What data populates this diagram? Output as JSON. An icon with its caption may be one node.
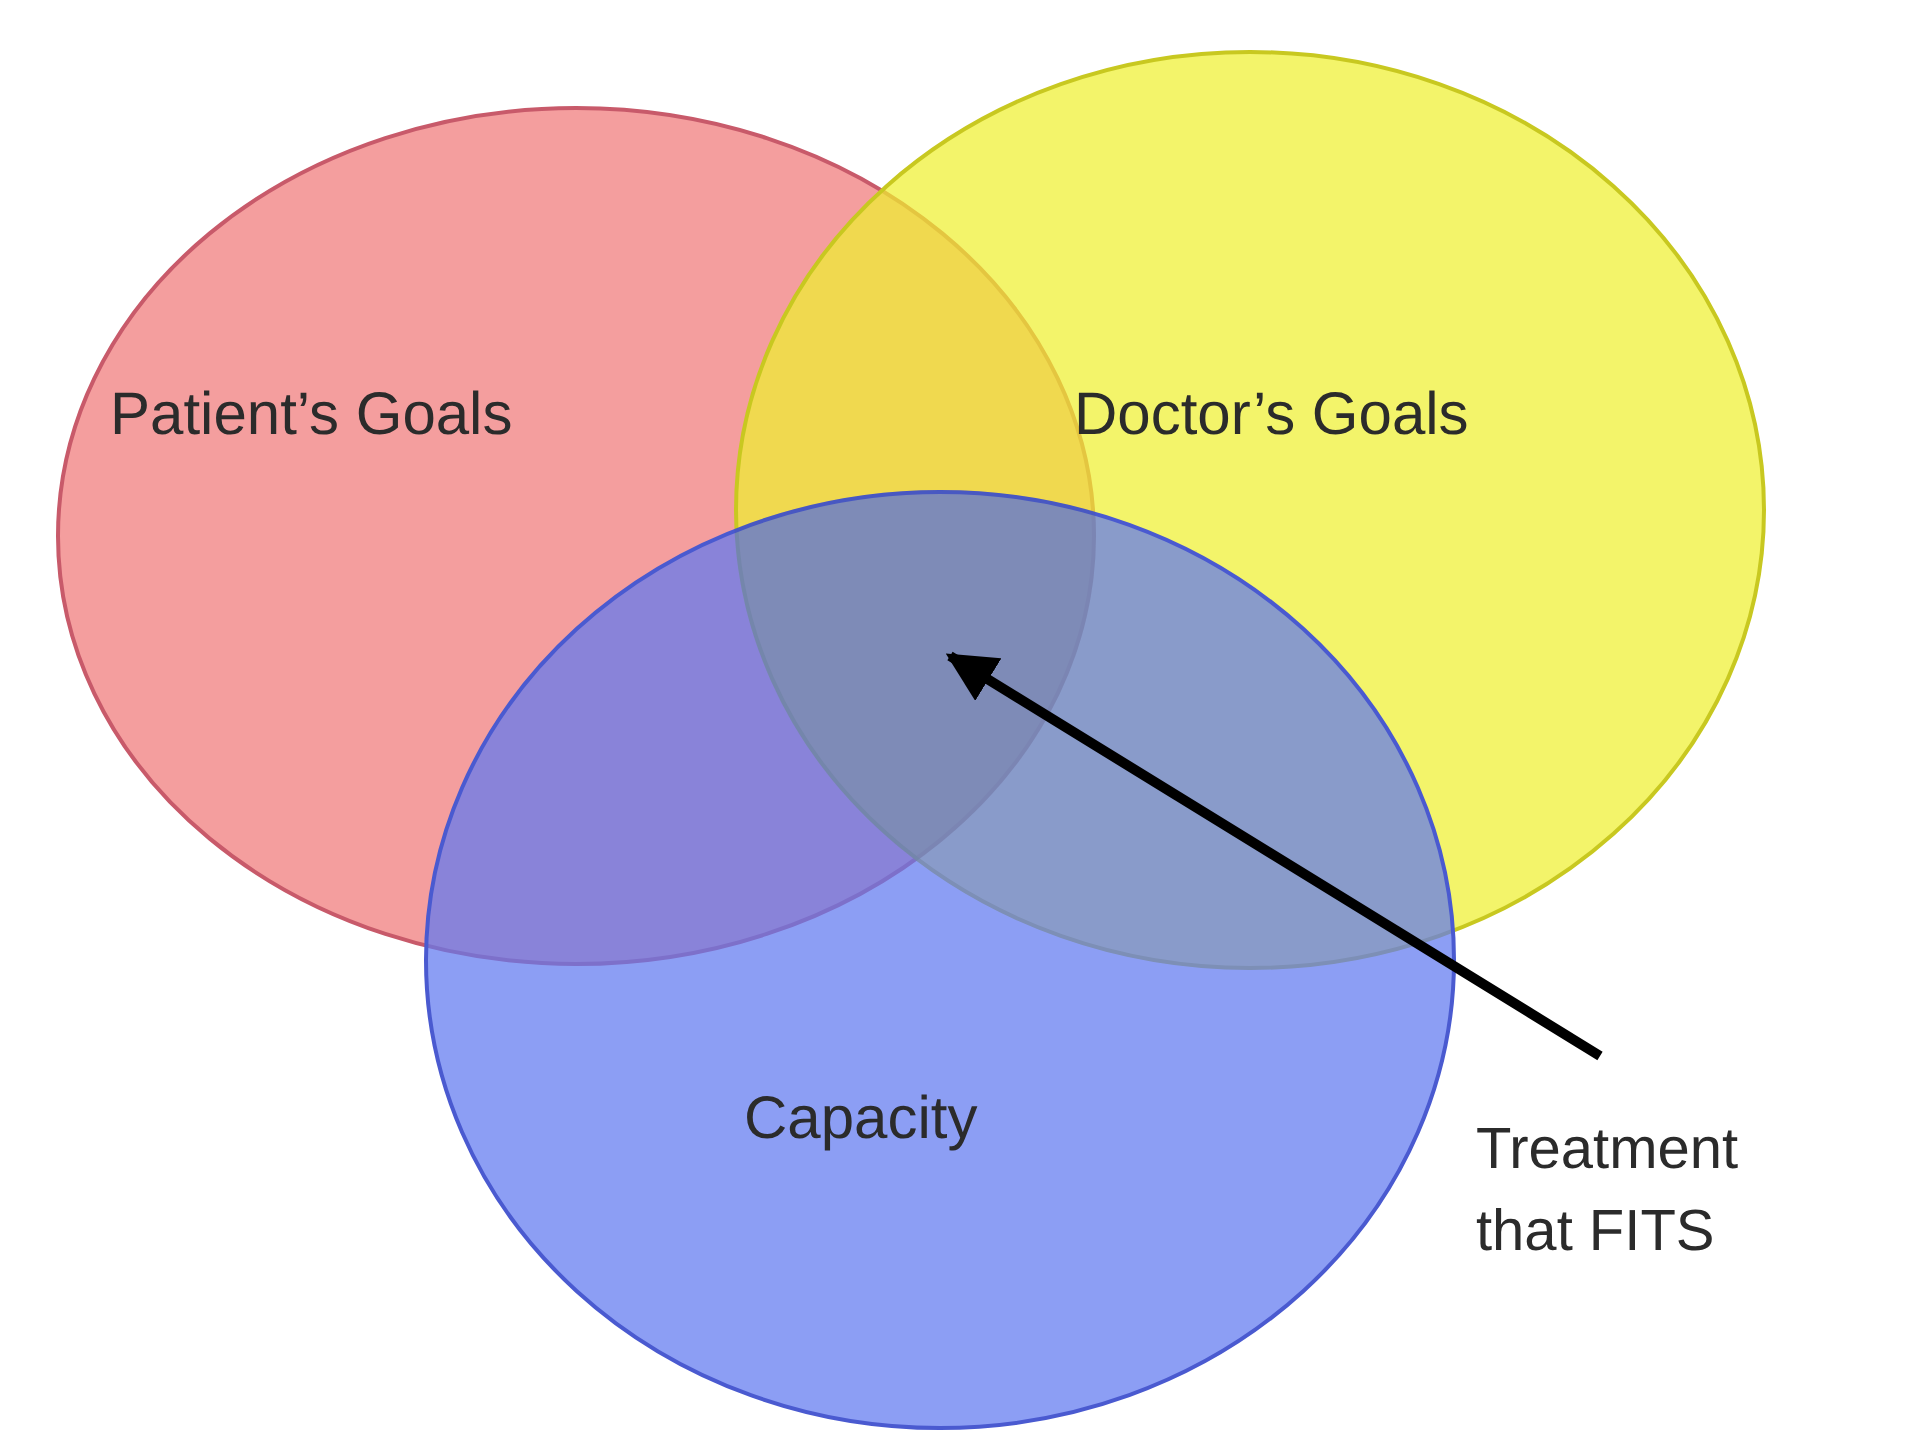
{
  "diagram": {
    "nodes": [
      {
        "text": [
          "Patient’s Goals"
        ]
      },
      {
        "text": [
          "Doctor’s Goals"
        ]
      },
      {
        "text": [
          "Capacity"
        ]
      },
      {
        "text": [],
        "shape": "region"
      },
      {
        "text": [
          "Treatment that FITS"
        ]
      }
    ],
    "edges": [
      {
        "from": 4,
        "to": 3,
        "arrow": "to"
      }
    ]
  }
}
